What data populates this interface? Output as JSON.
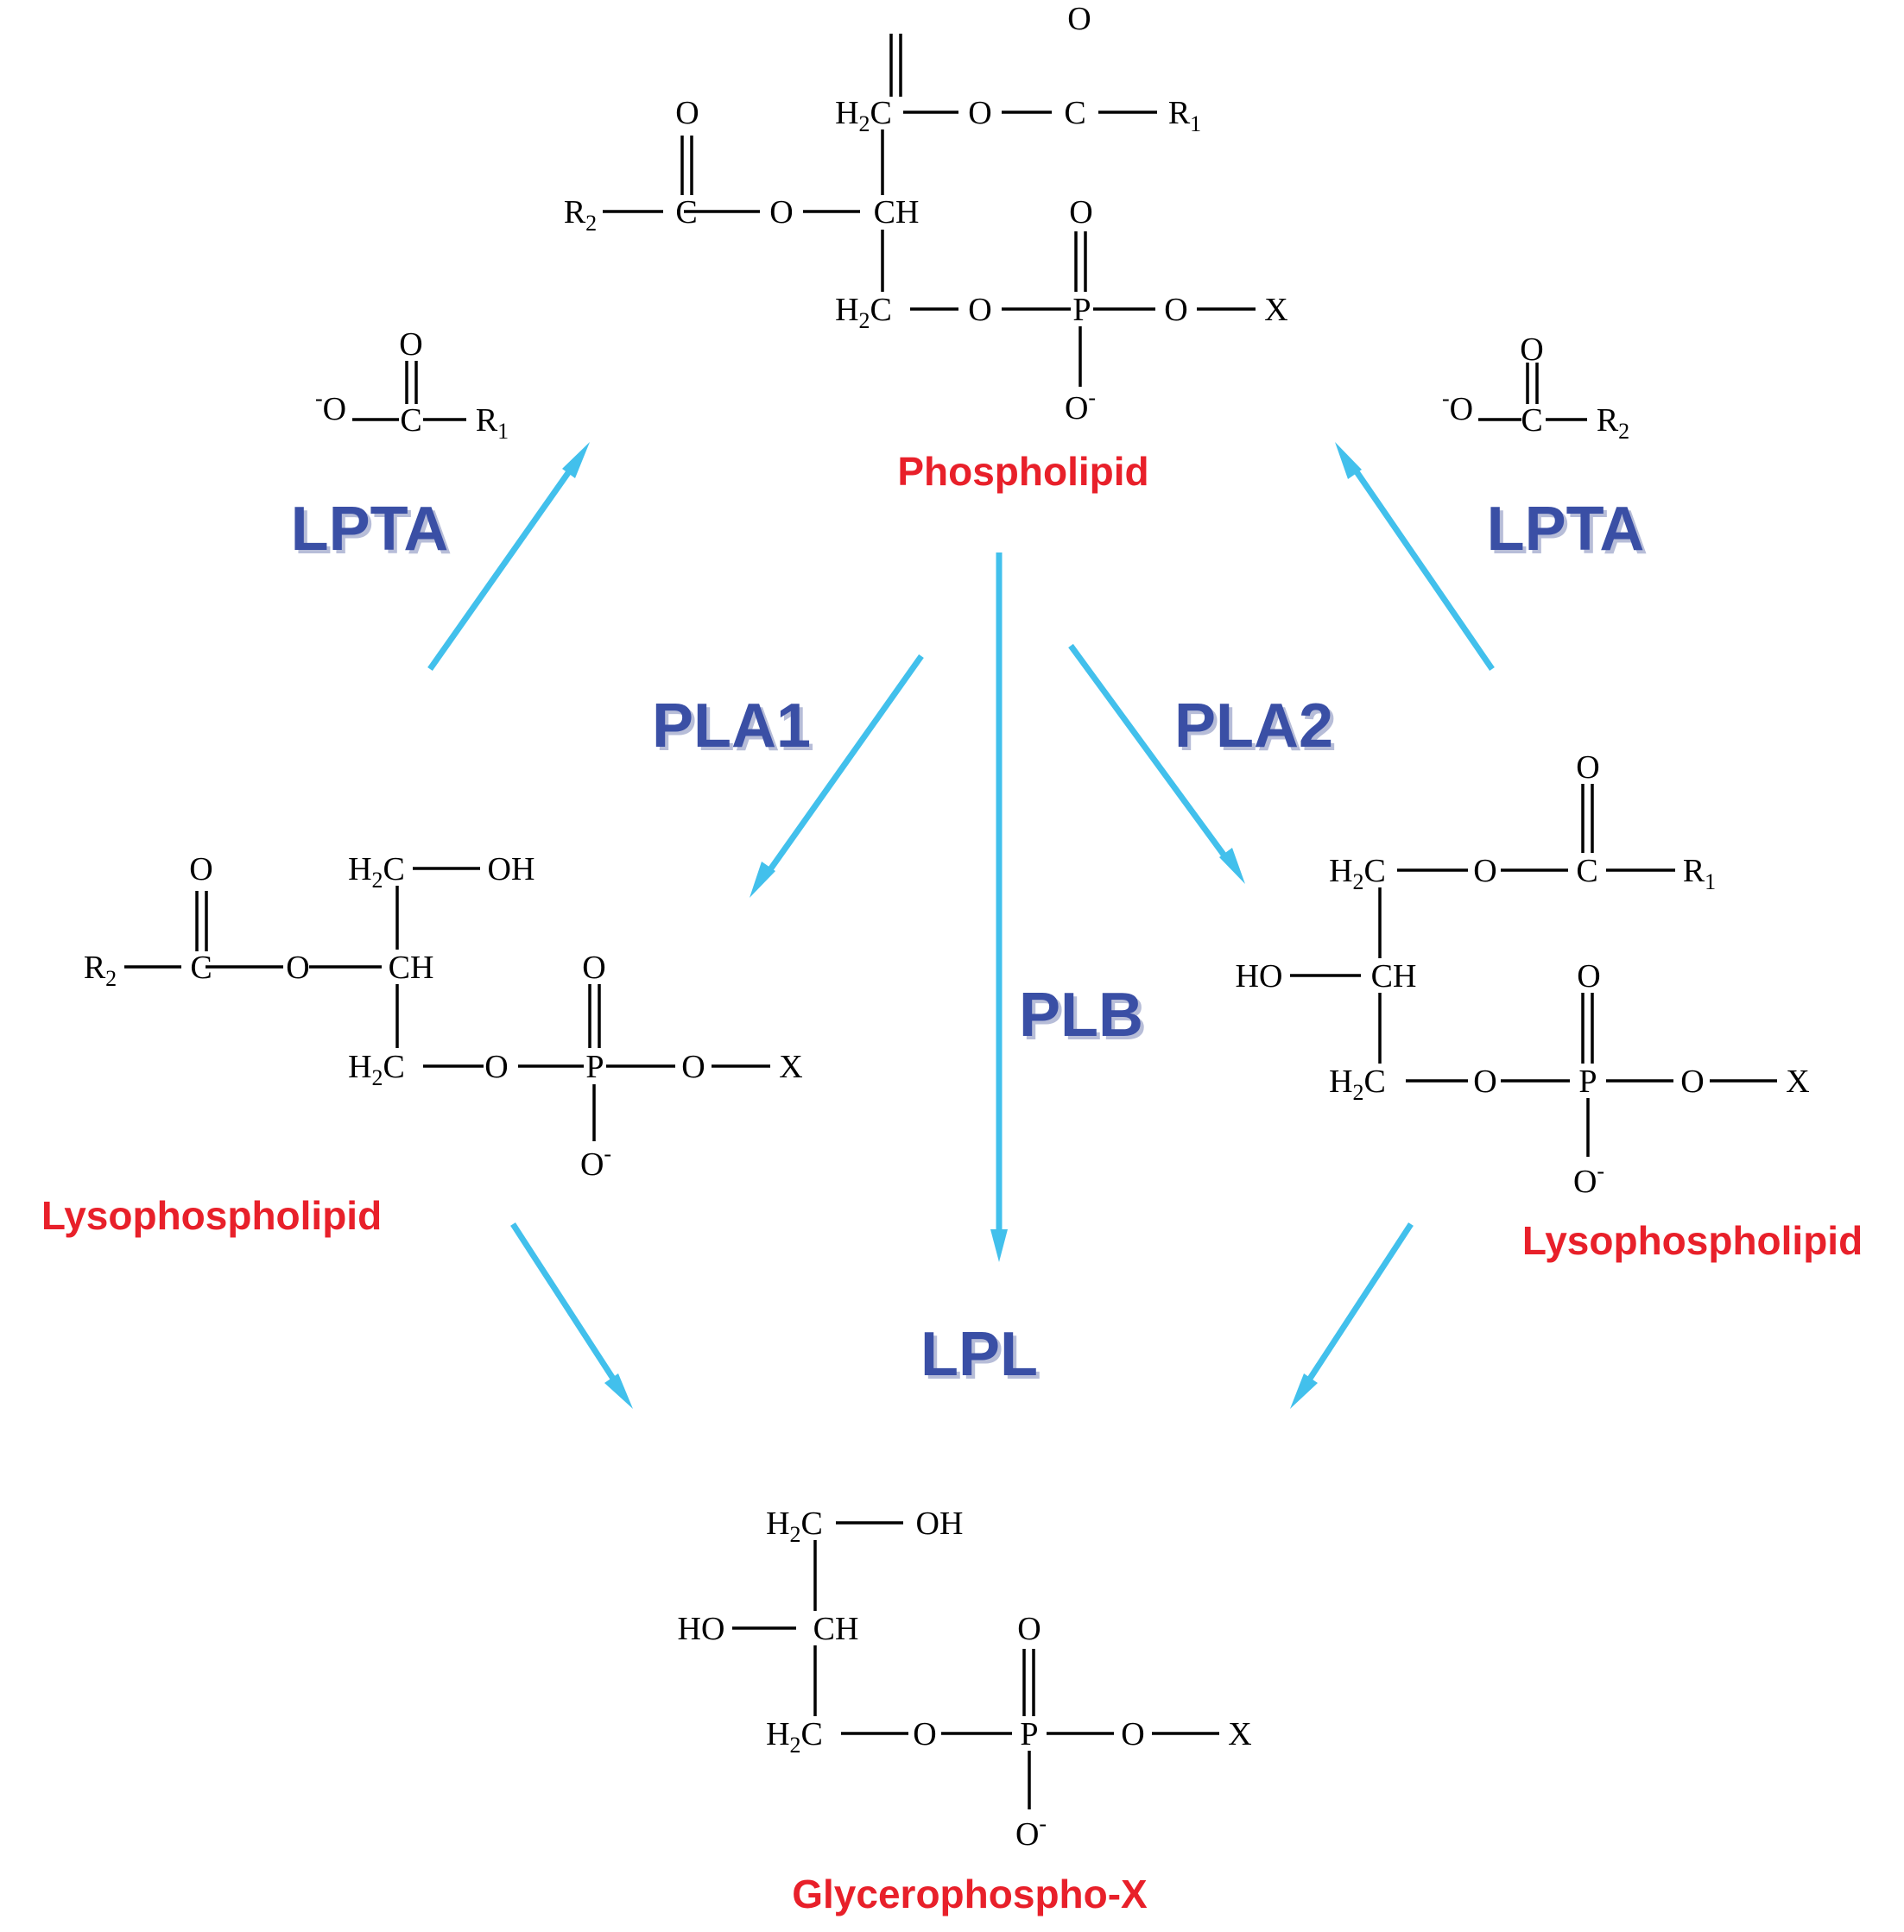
{
  "compounds": {
    "phospholipid": "Phospholipid",
    "lyso_left": "Lysophospholipid",
    "lyso_right": "Lysophospholipid",
    "glycerophospho": "Glycerophospho-X"
  },
  "enzymes": {
    "lpta_left": "LPTA",
    "lpta_right": "LPTA",
    "pla1": "PLA1",
    "pla2": "PLA2",
    "plb": "PLB",
    "lpl": "LPL"
  },
  "atoms": {
    "O": "O",
    "C": "C",
    "CH": "CH",
    "H": "H",
    "OH": "OH",
    "HO": "HO",
    "P": "P",
    "X": "X",
    "R": "R",
    "minus": "-",
    "sub_1": "1",
    "sub_2": "2"
  },
  "colors": {
    "arrow": "#42c0ec",
    "enzyme_label": "#3a4fa5",
    "compound_label": "#e8202a",
    "structure": "#000000"
  }
}
